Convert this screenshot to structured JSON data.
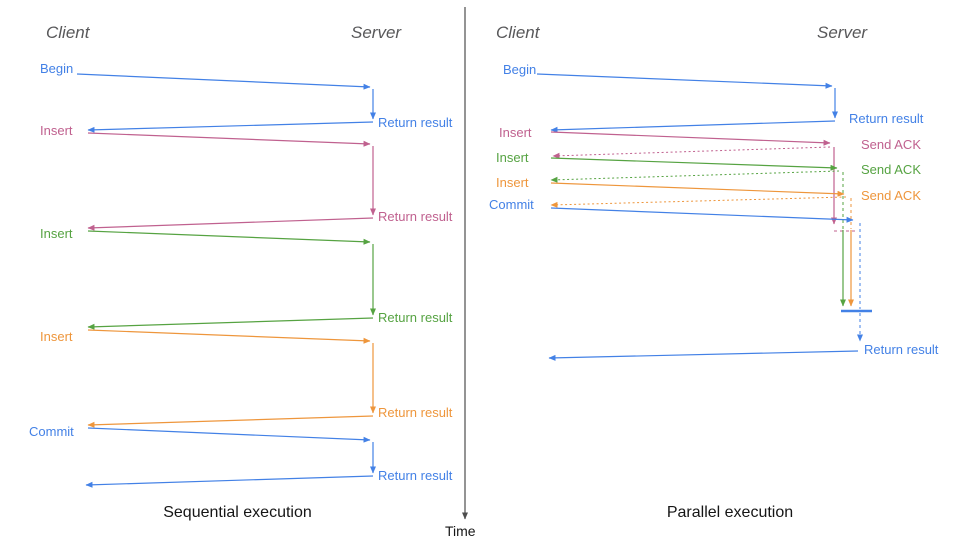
{
  "colors": {
    "blue": "#4381e6",
    "pink": "#c0618f",
    "green": "#56a342",
    "orange": "#ee963c",
    "axis": "#4d4d4d",
    "header": "#58585a",
    "caption": "#161616"
  },
  "time_axis": {
    "label": "Time"
  },
  "left_panel": {
    "caption": "Sequential execution",
    "client_header": "Client",
    "server_header": "Server",
    "messages": [
      {
        "label": "Begin",
        "color": "blue"
      },
      {
        "label": "Return result",
        "color": "blue"
      },
      {
        "label": "Insert",
        "color": "pink"
      },
      {
        "label": "Return result",
        "color": "pink"
      },
      {
        "label": "Insert",
        "color": "green"
      },
      {
        "label": "Return result",
        "color": "green"
      },
      {
        "label": "Insert",
        "color": "orange"
      },
      {
        "label": "Return result",
        "color": "orange"
      },
      {
        "label": "Commit",
        "color": "blue"
      },
      {
        "label": "Return result",
        "color": "blue"
      }
    ]
  },
  "right_panel": {
    "caption": "Parallel execution",
    "client_header": "Client",
    "server_header": "Server",
    "messages": [
      {
        "label": "Begin",
        "color": "blue"
      },
      {
        "label": "Return result",
        "color": "blue"
      },
      {
        "label": "Insert",
        "color": "pink"
      },
      {
        "label": "Send ACK",
        "color": "pink"
      },
      {
        "label": "Insert",
        "color": "green"
      },
      {
        "label": "Send ACK",
        "color": "green"
      },
      {
        "label": "Insert",
        "color": "orange"
      },
      {
        "label": "Send ACK",
        "color": "orange"
      },
      {
        "label": "Commit",
        "color": "blue"
      },
      {
        "label": "Return result",
        "color": "blue"
      }
    ]
  }
}
